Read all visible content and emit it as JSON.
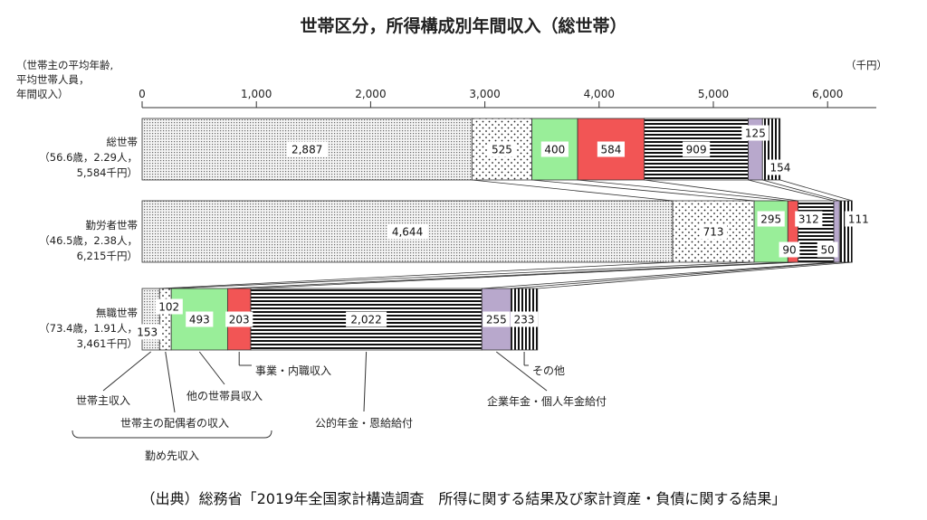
{
  "title": "世帯区分，所得構成別年間収入（総世帯）",
  "source": "（出典）総務省「2019年全国家計構造調査　所得に関する結果及び家計資産・負債に関する結果」",
  "yaxis_caption": [
    "（世帯主の平均年齢,",
    "平均世帯人員，",
    "年間収入）"
  ],
  "unit": "（千円）",
  "bracket_label": "勤め先収入",
  "chart_data": {
    "type": "bar",
    "orientation": "horizontal",
    "stacked": true,
    "xlim": [
      0,
      6500
    ],
    "xticks": [
      0,
      1000,
      2000,
      3000,
      4000,
      5000,
      6000
    ],
    "xtick_labels": [
      "0",
      "1,000",
      "2,000",
      "3,000",
      "4,000",
      "5,000",
      "6,000"
    ],
    "categories": [
      "総世帯",
      "勤労者世帯",
      "無職世帯"
    ],
    "category_details": [
      [
        "総世帯",
        "（56.6歳，2.29人，",
        "5,584千円）"
      ],
      [
        "勤労者世帯",
        "（46.5歳，2.38人，",
        "6,215千円）"
      ],
      [
        "無職世帯",
        "（73.4歳，1.91人，",
        "3,461千円）"
      ]
    ],
    "series": [
      {
        "name": "世帯主収入",
        "values": [
          2887,
          4644,
          153
        ],
        "labels": [
          "2,887",
          "4,644",
          "153"
        ],
        "color": "#d8d8d8",
        "pattern": "fine-dots"
      },
      {
        "name": "世帯主の配偶者の収入",
        "values": [
          525,
          713,
          102
        ],
        "labels": [
          "525",
          "713",
          "102"
        ],
        "color": "#ffffff",
        "pattern": "sparse-dots"
      },
      {
        "name": "他の世帯員収入",
        "values": [
          400,
          295,
          493
        ],
        "labels": [
          "400",
          "295",
          "493"
        ],
        "color": "#99ee99",
        "pattern": "solid"
      },
      {
        "name": "事業・内職収入",
        "values": [
          584,
          90,
          203
        ],
        "labels": [
          "584",
          "90",
          "203"
        ],
        "color": "#f25555",
        "pattern": "solid"
      },
      {
        "name": "公的年金・恩給給付",
        "values": [
          909,
          312,
          2022
        ],
        "labels": [
          "909",
          "312",
          "2,022"
        ],
        "color": "#ffffff",
        "pattern": "horizontal-lines"
      },
      {
        "name": "企業年金・個人年金給付",
        "values": [
          125,
          50,
          255
        ],
        "labels": [
          "125",
          "50",
          "255"
        ],
        "color": "#b8a8cc",
        "pattern": "solid"
      },
      {
        "name": "その他",
        "values": [
          154,
          111,
          233
        ],
        "labels": [
          "154",
          "111",
          "233"
        ],
        "color": "#ffffff",
        "pattern": "vertical-lines"
      }
    ]
  }
}
